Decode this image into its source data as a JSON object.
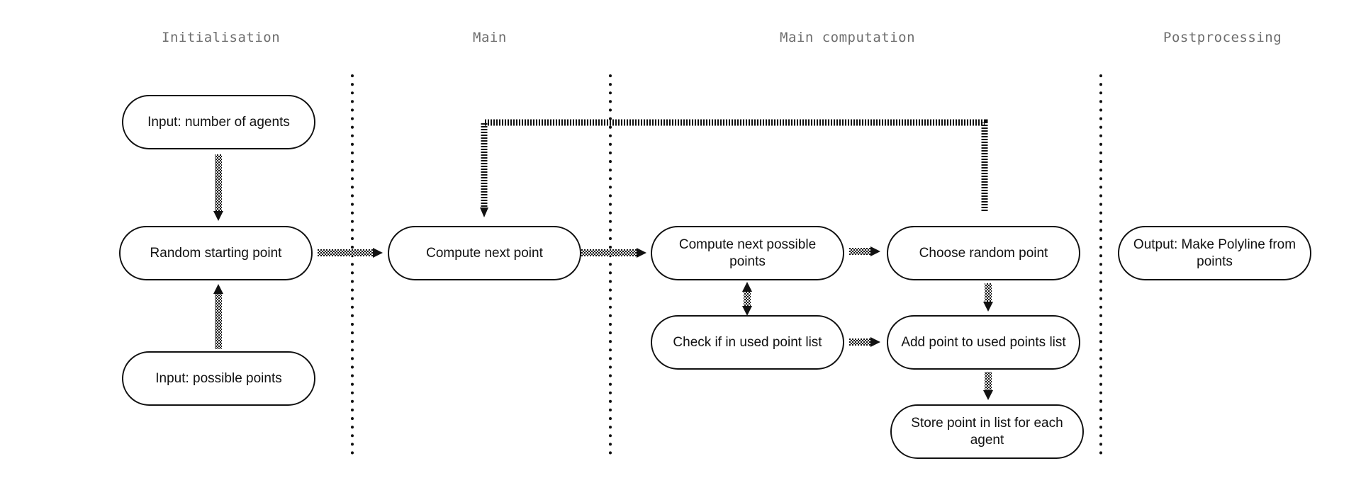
{
  "sections": {
    "initialisation": "Initialisation",
    "main": "Main",
    "main_computation": "Main computation",
    "postprocessing": "Postprocessing"
  },
  "nodes": {
    "input_agents": "Input: number of agents",
    "random_start": "Random starting point",
    "input_points": "Input: possible points",
    "compute_next": "Compute next point",
    "compute_possible": "Compute next possible points",
    "check_used": "Check if in used point list",
    "choose_random": "Choose random point",
    "add_used": "Add point to used points list",
    "store_point": "Store point in list for each agent",
    "output_polyline": "Output: Make Polyline from points"
  },
  "colors": {
    "line": "#111111",
    "section_title": "#6e6e6e",
    "background": "#ffffff"
  }
}
